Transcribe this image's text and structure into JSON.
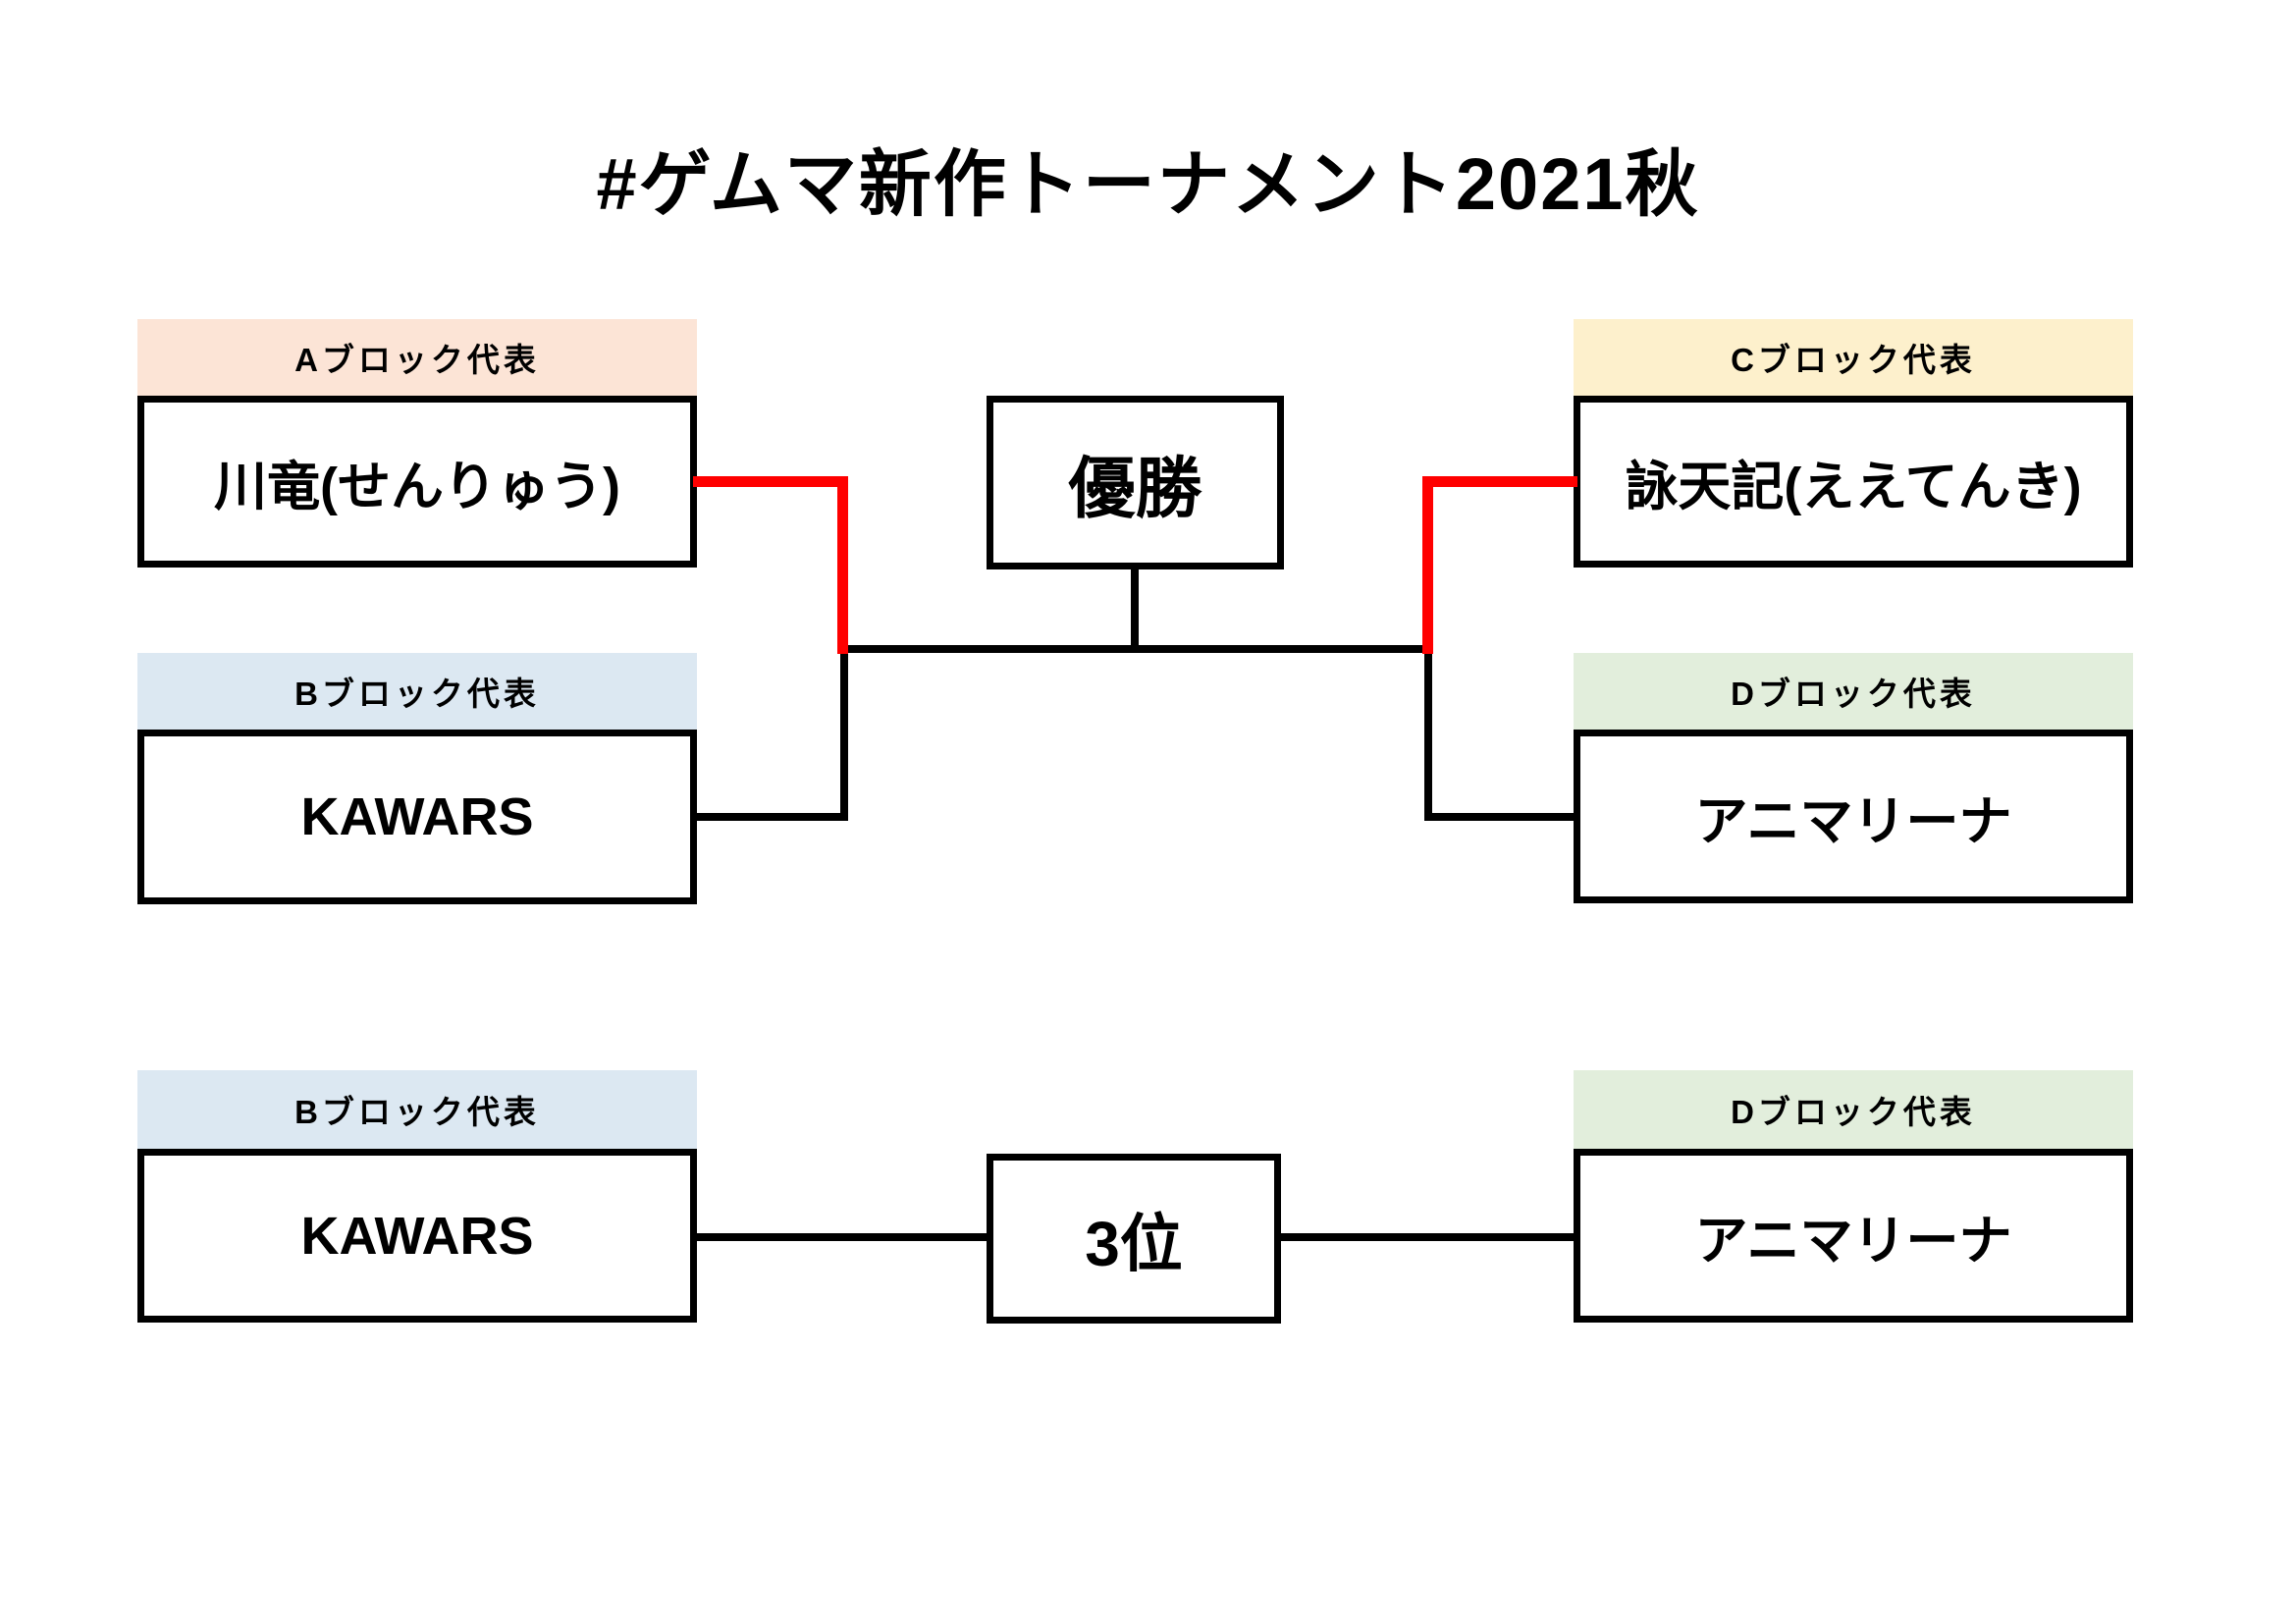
{
  "title": "#ゲムマ新作トーナメント2021秋",
  "colors": {
    "block_a": "#fce4d6",
    "block_b": "#dce8f2",
    "block_c": "#fdf0cc",
    "block_d": "#e2eedc",
    "winner_path": "#ff0000",
    "line": "#000000"
  },
  "final": {
    "result_label": "優勝",
    "semifinal_left": {
      "top": {
        "block_label": "Aブロック代表",
        "entrant": "川竜(せんりゅう)"
      },
      "bottom": {
        "block_label": "Bブロック代表",
        "entrant": "KAWARS"
      }
    },
    "semifinal_right": {
      "top": {
        "block_label": "Cブロック代表",
        "entrant": "詠天記(ええてんき)"
      },
      "bottom": {
        "block_label": "Dブロック代表",
        "entrant": "アニマリーナ"
      }
    }
  },
  "third_place_match": {
    "result_label": "3位",
    "left": {
      "block_label": "Bブロック代表",
      "entrant": "KAWARS"
    },
    "right": {
      "block_label": "Dブロック代表",
      "entrant": "アニマリーナ"
    }
  }
}
